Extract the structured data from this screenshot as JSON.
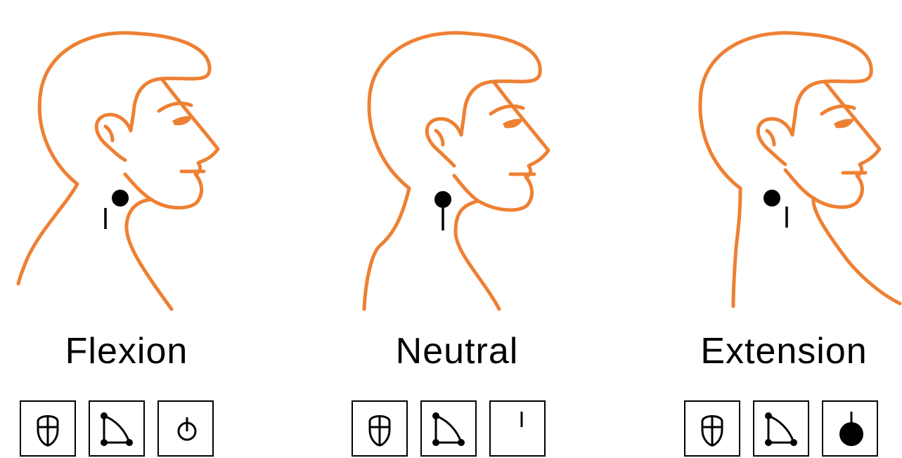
{
  "colors": {
    "head_outline": "#EE8033",
    "marker": "#000000",
    "icon_stroke": "#000000"
  },
  "panels": [
    {
      "label": "Flexion",
      "icons": [
        "tongue-outline-icon",
        "angle-joint-icon",
        "circle-with-stem-icon"
      ]
    },
    {
      "label": "Neutral",
      "icons": [
        "tongue-outline-icon",
        "angle-joint-icon",
        "vertical-line-icon"
      ]
    },
    {
      "label": "Extension",
      "icons": [
        "tongue-outline-icon",
        "angle-joint-icon",
        "filled-circle-with-stem-icon"
      ]
    }
  ]
}
